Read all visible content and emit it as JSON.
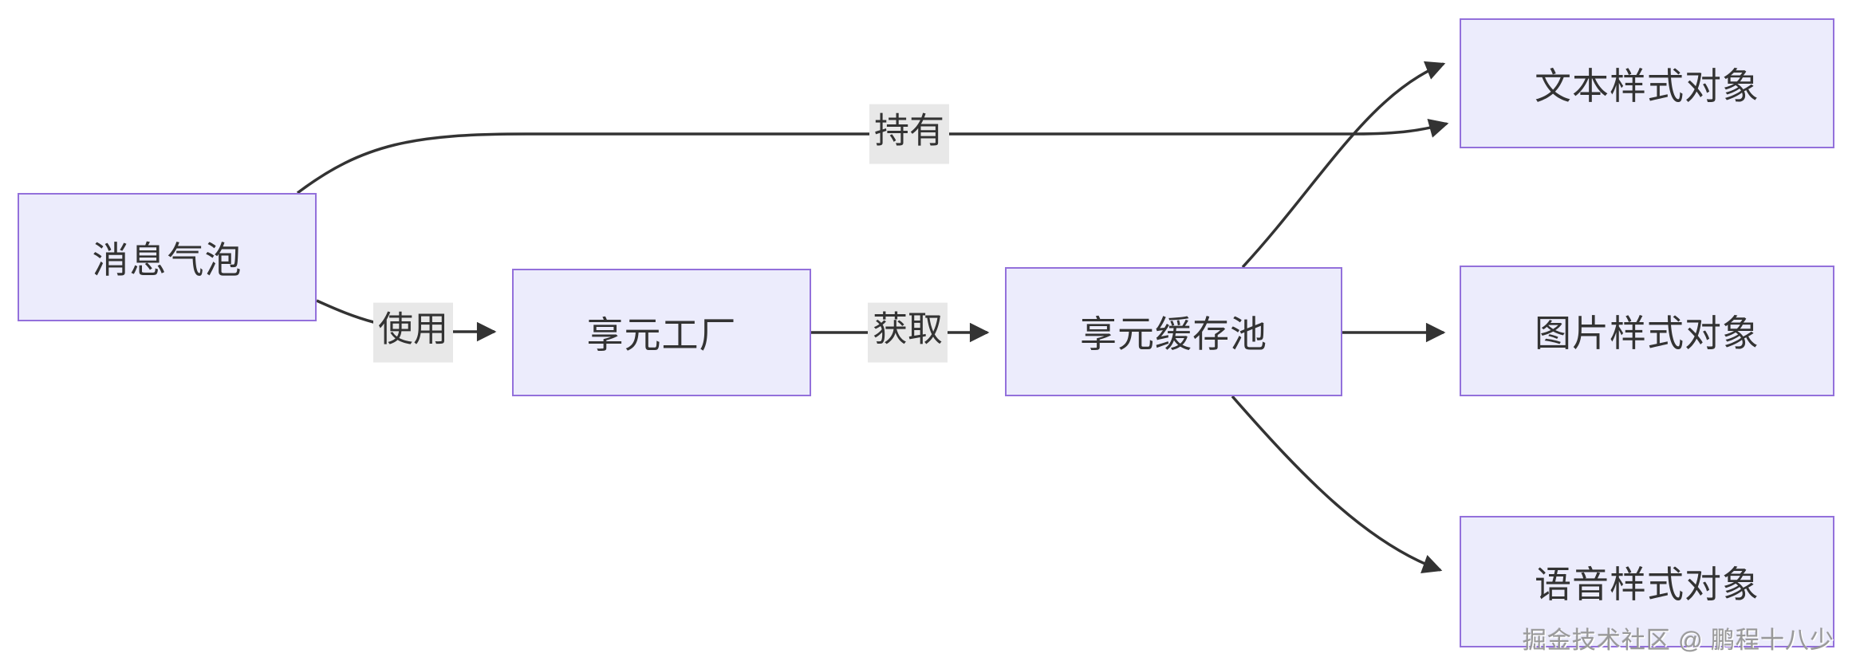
{
  "diagram": {
    "type": "flowchart",
    "direction": "left-to-right",
    "topic": "flyweight-pattern-message-bubble"
  },
  "nodes": [
    {
      "id": "message-bubble",
      "label": "消息气泡"
    },
    {
      "id": "flyweight-factory",
      "label": "享元工厂"
    },
    {
      "id": "flyweight-cache-pool",
      "label": "享元缓存池"
    },
    {
      "id": "text-style-object",
      "label": "文本样式对象"
    },
    {
      "id": "image-style-object",
      "label": "图片样式对象"
    },
    {
      "id": "voice-style-object",
      "label": "语音样式对象"
    }
  ],
  "edges": [
    {
      "from": "消息气泡",
      "to": "文本样式对象",
      "label": "持有"
    },
    {
      "from": "消息气泡",
      "to": "享元工厂",
      "label": "使用"
    },
    {
      "from": "享元工厂",
      "to": "享元缓存池",
      "label": "获取"
    },
    {
      "from": "享元缓存池",
      "to": "文本样式对象",
      "label": ""
    },
    {
      "from": "享元缓存池",
      "to": "图片样式对象",
      "label": ""
    },
    {
      "from": "享元缓存池",
      "to": "语音样式对象",
      "label": ""
    }
  ],
  "watermark": "掘金技术社区 @ 鹏程十八少",
  "colors": {
    "node_fill": "#ECECFC",
    "node_border": "#9370DB",
    "edge_line": "#333333",
    "edge_label_bg": "#E8E8E8",
    "text": "#333333",
    "background": "#FFFFFF",
    "watermark_text": "#999999"
  }
}
